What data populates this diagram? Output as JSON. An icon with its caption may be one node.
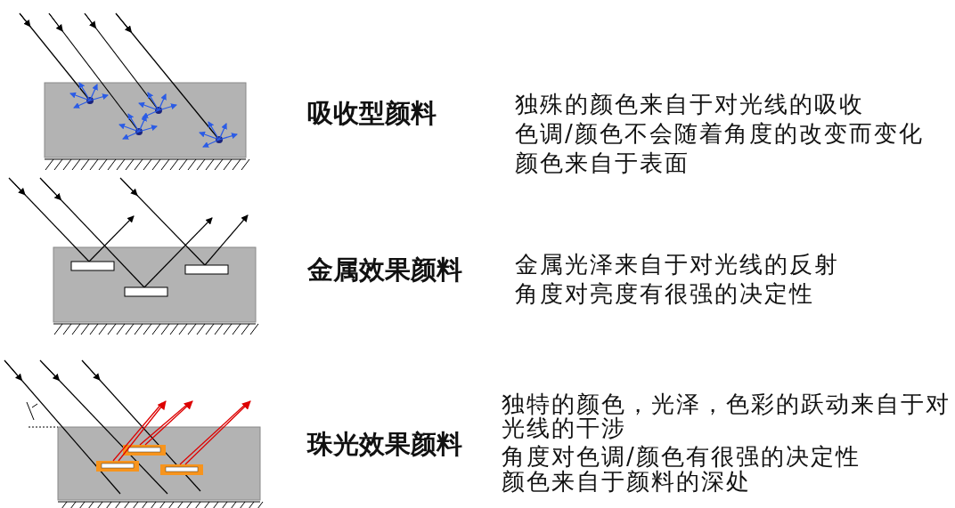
{
  "diagram": {
    "labels": [
      "吸收型颜料",
      "独殊的颜色来自于对光线的吸收",
      "色调/颜色不会随着角度的改变而变化",
      "颜色来自于表面",
      "金属效果颜料",
      "金属光泽来自于对光线的反射",
      "角度对亮度有很强的决定性",
      "珠光效果颜料",
      "独特的颜色，光泽，色彩的跃动来自于对光线的干涉",
      "角度对色调/颜色有很强的决定性",
      "颜色来自于颜料的深处"
    ]
  }
}
